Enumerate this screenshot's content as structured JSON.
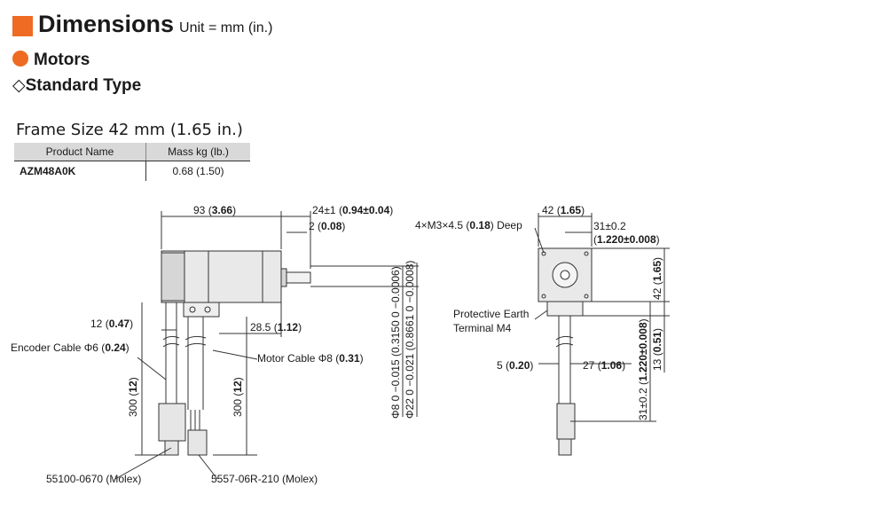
{
  "header": {
    "title": "Dimensions",
    "unit": "Unit = mm (in.)",
    "accent_color": "#ef6a22"
  },
  "section": {
    "label": "Motors",
    "dot_color": "#ef6a22"
  },
  "type": {
    "glyph": "◇",
    "label": "Standard Type"
  },
  "frame": {
    "label": "Frame Size 42 mm (1.65 in.)"
  },
  "table": {
    "headers": [
      "Product Name",
      "Mass kg (lb.)"
    ],
    "rows": [
      {
        "product": "AZM48A0K",
        "mass": "0.68 (1.50)"
      }
    ]
  },
  "drawing": {
    "side": {
      "len93": "93",
      "len93_in": "3.66",
      "len24": "24±1",
      "len24_in": "0.94±0.04",
      "len2": "2",
      "len2_in": "0.08",
      "len12": "12",
      "len12_in": "0.47",
      "len28": "28.5",
      "len28_in": "1.12",
      "encoder_cable": "Encoder Cable Φ6",
      "encoder_cable_in": "0.24",
      "motor_cable": "Motor Cable Φ8",
      "motor_cable_in": "0.31",
      "cable300a": "300",
      "cable300a_in": "12",
      "cable300b": "300",
      "cable300b_in": "12",
      "shaft_dia": "Φ8 0 −0.015 (0.3150 0 −0.0006)",
      "pilot_dia": "Φ22 0 −0.021 (0.8661 0 −0.0008)",
      "connector_a": "55100-0670 (Molex)",
      "connector_b": "5557-06R-210 (Molex)"
    },
    "front": {
      "len42": "42",
      "len42_in": "1.65",
      "holes": "4×M3×4.5",
      "holes_in": "0.18",
      "holes_suffix": "Deep",
      "len31": "31±0.2",
      "len31_in": "1.220±0.008",
      "vlen42": "42",
      "vlen42_in": "1.65",
      "pe_line1": "Protective Earth",
      "pe_line2": "Terminal M4",
      "len5": "5",
      "len5_in": "0.20",
      "len27": "27",
      "len27_in": "1.06",
      "len13": "13",
      "len13_in": "0.51",
      "vlen31": "31±0.2",
      "vlen31_in": "1.220±0.008"
    }
  }
}
